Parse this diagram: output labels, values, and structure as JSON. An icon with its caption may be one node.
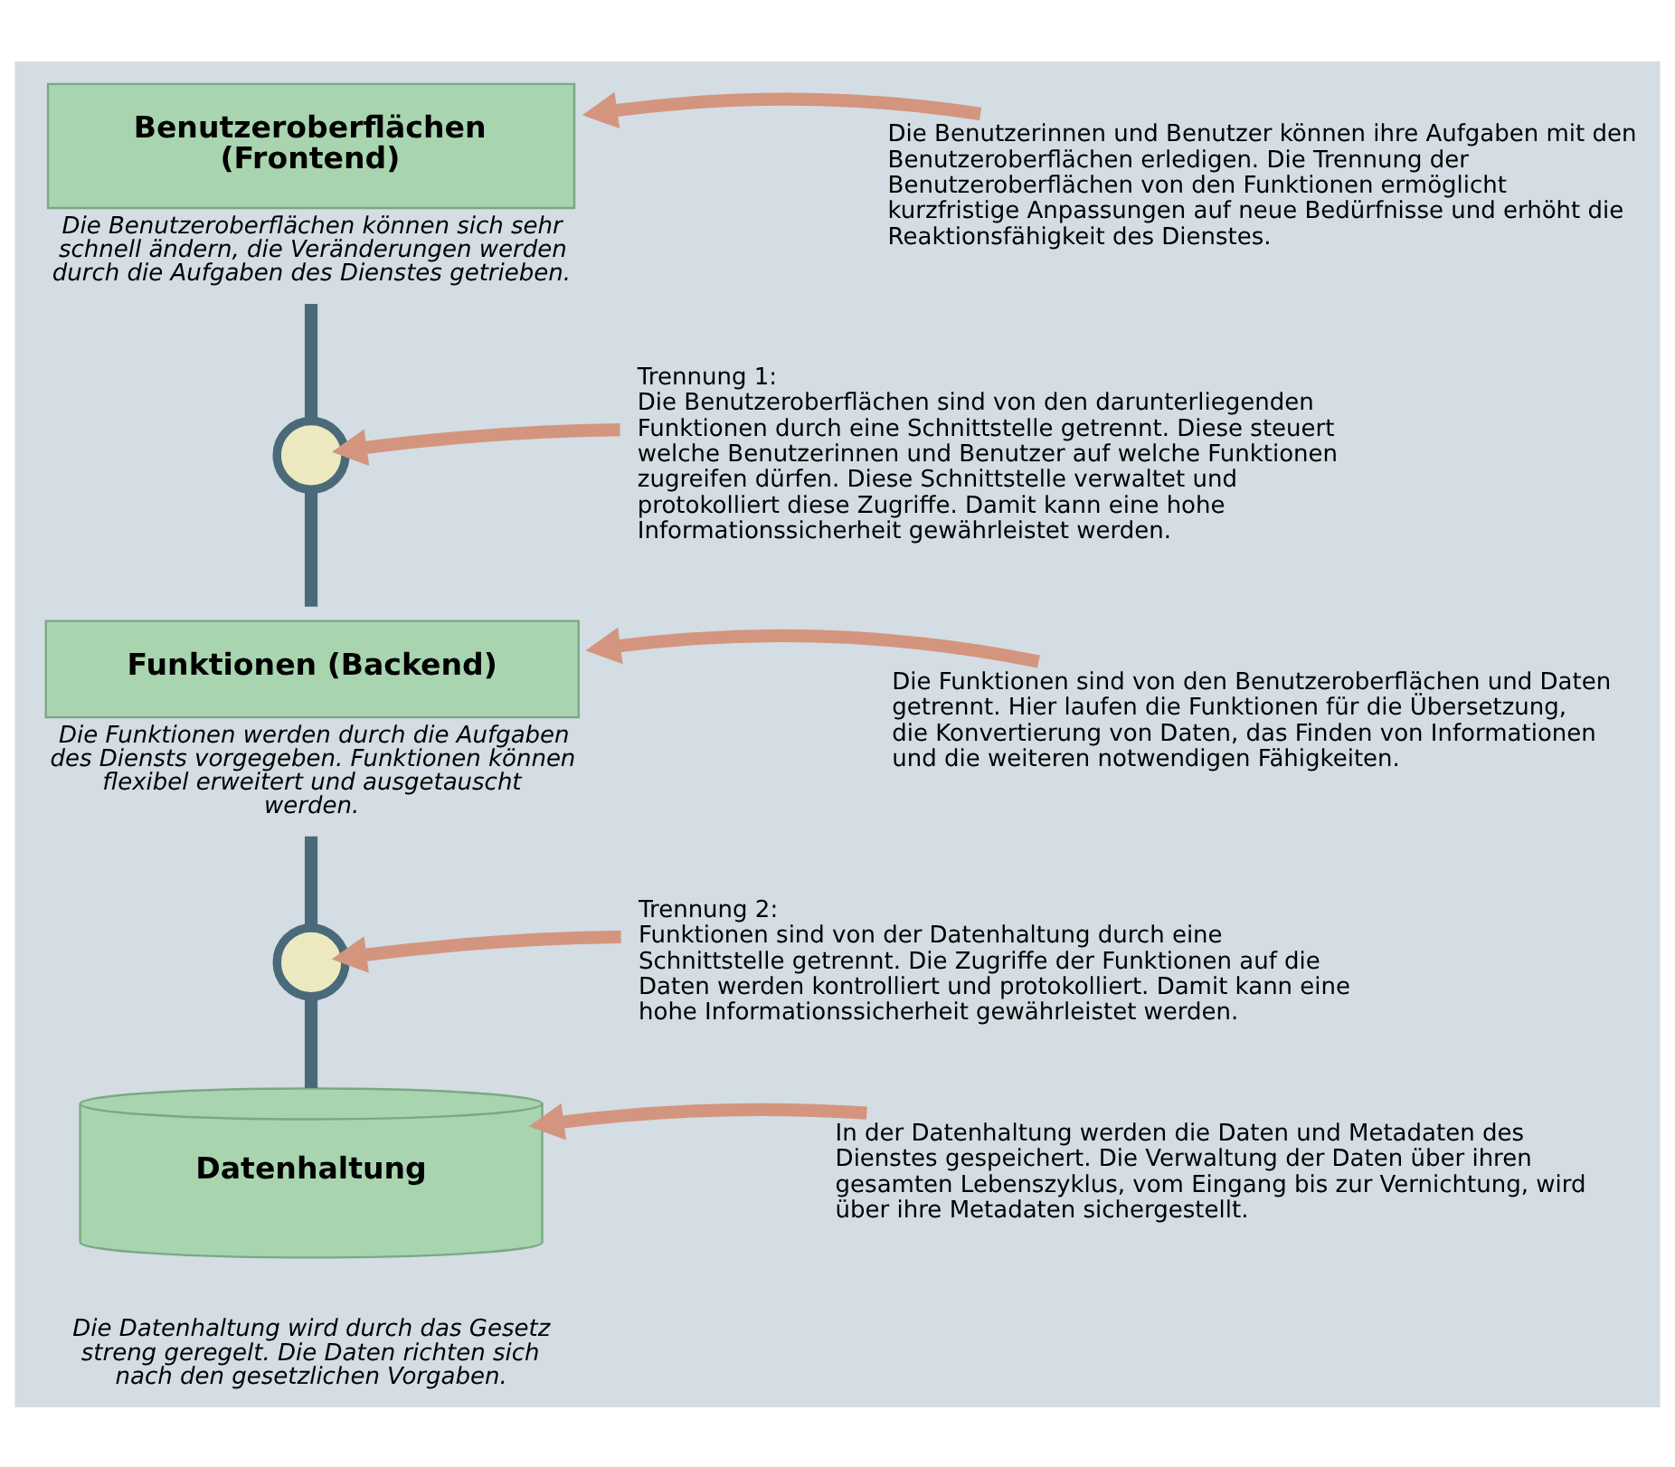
{
  "diagram": {
    "nodes": [
      {
        "text": [
          "Benutzeroberflächen (Frontend)"
        ],
        "beside": [
          "Die Benutzeroberflächen können sich sehr schnell ändern, die Veränderungen werden durch die Aufgaben des Dienstes getrieben."
        ]
      },
      {
        "text": [
          "Die Benutzerinnen und Benutzer können ihre Aufgaben mit den Benutzeroberflächen erledigen. Die Trennung der Benutzeroberflächen von den Funktionen ermöglicht kurzfristige Anpassungen auf neue Bedürfnisse und erhöht die Reaktionsfähigkeit des Dienstes."
        ]
      },
      {
        "text": [],
        "shape": "circle"
      },
      {
        "text": [
          "Trennung 1:",
          "Die Benutzeroberflächen sind von den darunterliegenden Funktionen durch eine Schnittstelle getrennt. Diese steuert welche Benutzerinnen und Benutzer auf welche Funktionen zugreifen dürfen. Diese Schnittstelle verwaltet und protokolliert diese Zugriffe. Damit kann eine hohe Informationssicherheit gewährleistet werden."
        ]
      },
      {
        "text": [
          "Funktionen (Backend)"
        ],
        "beside": [
          "Die Funktionen werden durch die Aufgaben des Diensts vorgegeben. Funktionen können flexibel erweitert und ausgetauscht werden."
        ]
      },
      {
        "text": [
          "Die Funktionen sind von den Benutzeroberflächen und Daten getrennt. Hier laufen die Funktionen für die Übersetzung, die Konvertierung von Daten, das Finden von Informationen und die weiteren notwendigen Fähigkeiten."
        ]
      },
      {
        "text": [],
        "shape": "circle"
      },
      {
        "text": [
          "Trennung 2:",
          "Funktionen sind von der Datenhaltung durch eine Schnittstelle getrennt. Die Zugriffe der Funktionen auf die Daten werden kontrolliert und protokolliert. Damit kann eine hohe Informationssicherheit gewährleistet werden."
        ]
      },
      {
        "text": [
          "Datenhaltung"
        ],
        "beside": [
          "Die Datenhaltung wird durch das Gesetz streng geregelt. Die Daten richten sich nach den gesetzlichen Vorgaben."
        ]
      },
      {
        "text": [
          "In der Datenhaltung werden die Daten und Metadaten des Dienstes gespeichert. Die Verwaltung der Daten über ihren gesamten Lebenszyklus, vom Eingang bis zur Vernichtung, wird über ihre Metadaten sichergestellt."
        ]
      }
    ],
    "edges": [
      {
        "from": 1,
        "to": 0,
        "arrow": "to"
      },
      {
        "from": 0,
        "to": 2,
        "arrow": "none",
        "color": "#4a6a7a"
      },
      {
        "from": 3,
        "to": 2,
        "arrow": "to"
      },
      {
        "from": 2,
        "to": 4,
        "arrow": "none",
        "color": "#4a6a7a"
      },
      {
        "from": 5,
        "to": 4,
        "arrow": "to"
      },
      {
        "from": 4,
        "to": 6,
        "arrow": "none",
        "color": "#4a6a7a"
      },
      {
        "from": 7,
        "to": 6,
        "arrow": "to"
      },
      {
        "from": 6,
        "to": 8,
        "arrow": "none",
        "color": "#4a6a7a"
      },
      {
        "from": 9,
        "to": 8,
        "arrow": "to"
      }
    ]
  }
}
